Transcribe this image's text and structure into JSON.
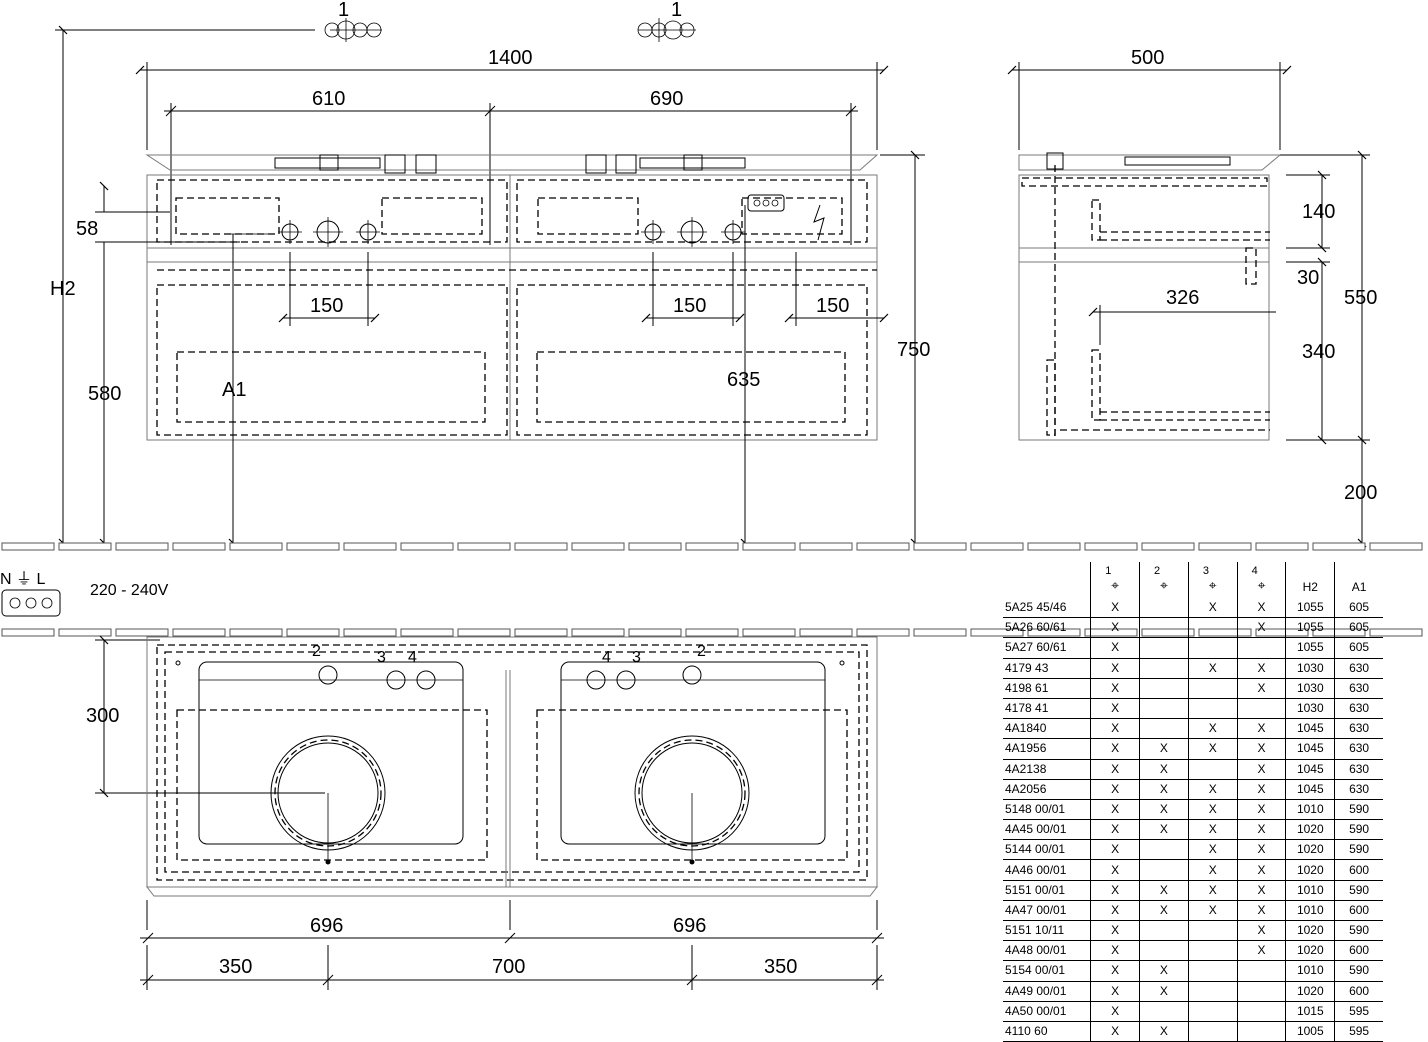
{
  "front_view": {
    "tap_marker_left": "1",
    "tap_marker_right": "1",
    "width_total": "1400",
    "width_left": "610",
    "width_right": "690",
    "height_h2": "H2",
    "height_58": "58",
    "height_580": "580",
    "height_750": "750",
    "label_a1": "A1",
    "spacing_left": "150",
    "spacing_mid": "150",
    "spacing_right": "150",
    "dim_635": "635"
  },
  "side_view": {
    "depth": "500",
    "h_140": "140",
    "h_30": "30",
    "w_326": "326",
    "h_340": "340",
    "h_550": "550",
    "h_200": "200"
  },
  "electrical": {
    "terminal_labels": "N ⏚ L",
    "voltage": "220 - 240V"
  },
  "plan_view": {
    "depth_300": "300",
    "tap_left_2": "2",
    "tap_left_3": "3",
    "tap_left_4": "4",
    "tap_right_4": "4",
    "tap_right_3": "3",
    "tap_right_2": "2",
    "basin_left": "696",
    "basin_right": "696",
    "dist_left": "350",
    "dist_mid": "700",
    "dist_right": "350"
  },
  "table": {
    "headers": [
      "",
      "1",
      "2",
      "3",
      "4",
      "H2",
      "A1"
    ],
    "rows": [
      [
        "5A25 45/46",
        "X",
        "",
        "X",
        "X",
        "1055",
        "605"
      ],
      [
        "5A26 60/61",
        "X",
        "",
        "",
        "X",
        "1055",
        "605"
      ],
      [
        "5A27 60/61",
        "X",
        "",
        "",
        "",
        "1055",
        "605"
      ],
      [
        "4179 43",
        "X",
        "",
        "X",
        "X",
        "1030",
        "630"
      ],
      [
        "4198 61",
        "X",
        "",
        "",
        "X",
        "1030",
        "630"
      ],
      [
        "4178 41",
        "X",
        "",
        "",
        "",
        "1030",
        "630"
      ],
      [
        "4A1840",
        "X",
        "",
        "X",
        "X",
        "1045",
        "630"
      ],
      [
        "4A1956",
        "X",
        "X",
        "X",
        "X",
        "1045",
        "630"
      ],
      [
        "4A2138",
        "X",
        "X",
        "",
        "X",
        "1045",
        "630"
      ],
      [
        "4A2056",
        "X",
        "X",
        "X",
        "X",
        "1045",
        "630"
      ],
      [
        "5148 00/01",
        "X",
        "X",
        "X",
        "X",
        "1010",
        "590"
      ],
      [
        "4A45 00/01",
        "X",
        "X",
        "X",
        "X",
        "1020",
        "590"
      ],
      [
        "5144 00/01",
        "X",
        "",
        "X",
        "X",
        "1020",
        "590"
      ],
      [
        "4A46 00/01",
        "X",
        "",
        "X",
        "X",
        "1020",
        "600"
      ],
      [
        "5151 00/01",
        "X",
        "X",
        "X",
        "X",
        "1010",
        "590"
      ],
      [
        "4A47 00/01",
        "X",
        "X",
        "X",
        "X",
        "1010",
        "600"
      ],
      [
        "5151 10/11",
        "X",
        "",
        "",
        "X",
        "1020",
        "590"
      ],
      [
        "4A48 00/01",
        "X",
        "",
        "",
        "X",
        "1020",
        "600"
      ],
      [
        "5154 00/01",
        "X",
        "X",
        "",
        "",
        "1010",
        "590"
      ],
      [
        "4A49 00/01",
        "X",
        "X",
        "",
        "",
        "1020",
        "600"
      ],
      [
        "4A50 00/01",
        "X",
        "",
        "",
        "",
        "1015",
        "595"
      ],
      [
        "4110 60",
        "X",
        "X",
        "",
        "",
        "1005",
        "595"
      ]
    ]
  }
}
